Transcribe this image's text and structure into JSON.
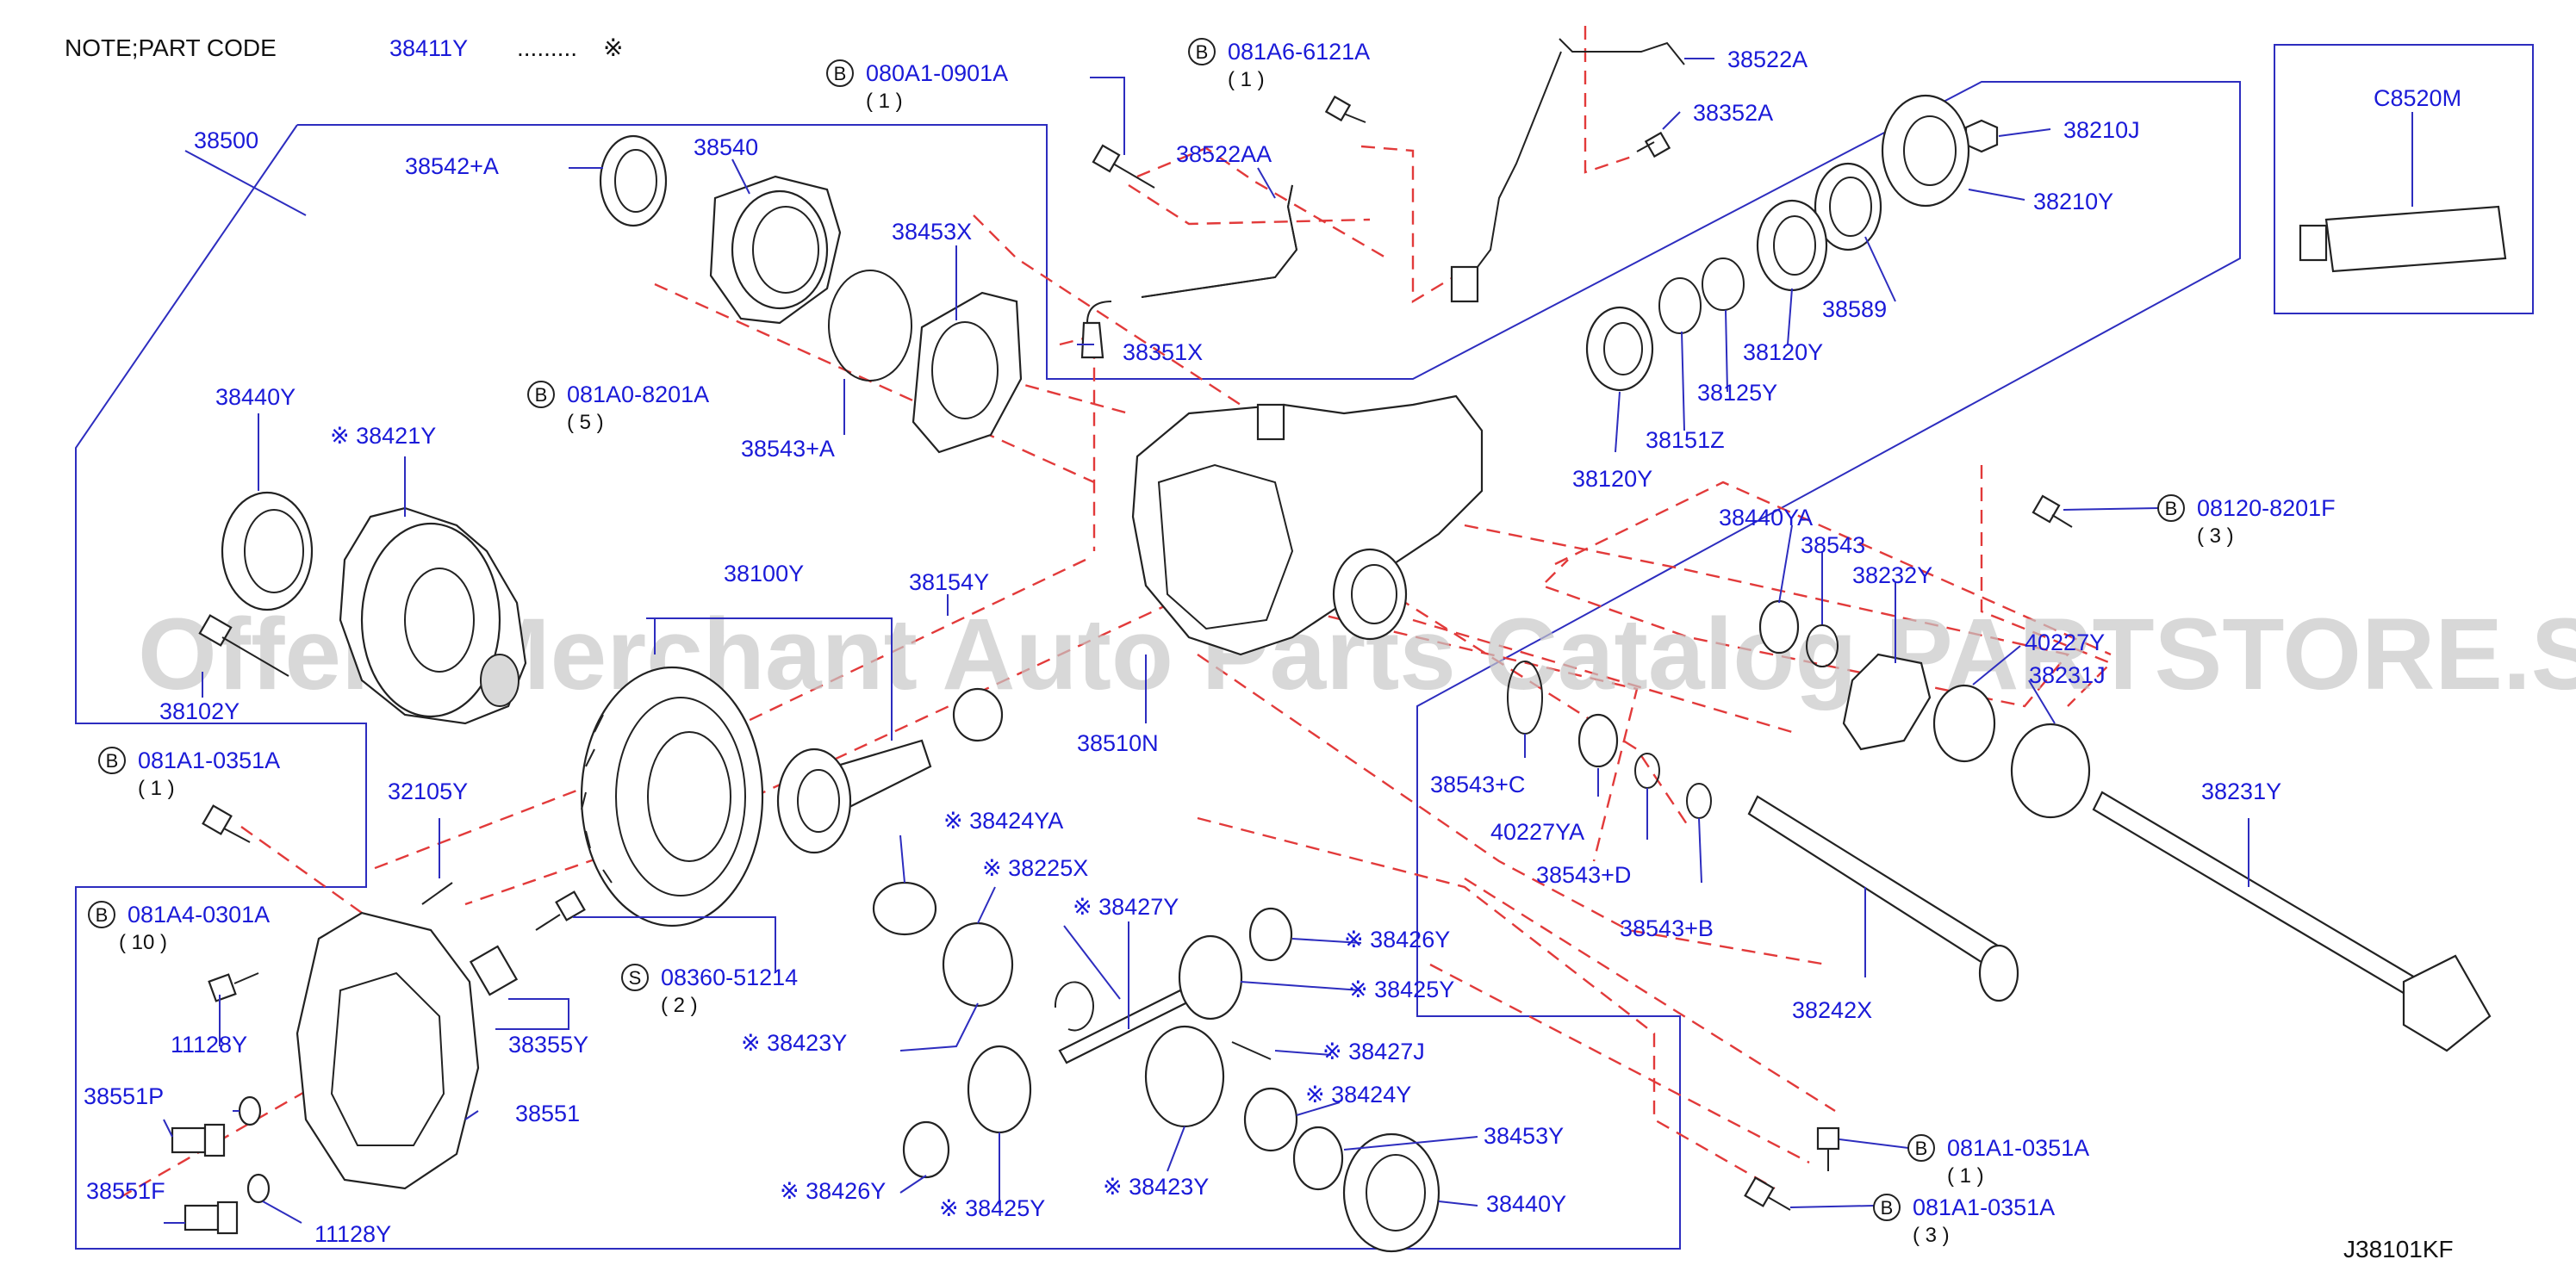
{
  "note": {
    "prefix": "NOTE;PART   CODE",
    "code": "38411Y",
    "dots": ".........",
    "symbol": "※"
  },
  "diagram_code": "J38101KF",
  "watermark": "Offers Merchant Auto Parts Catalog PARTSTORE.SA",
  "colors": {
    "label": "#1a1ad8",
    "leader": "#2d2dbf",
    "dashed": "#e23a3a",
    "outline": "#222222"
  },
  "labels": [
    {
      "id": "l38500",
      "text": "38500"
    },
    {
      "id": "l38542a",
      "text": "38542+A"
    },
    {
      "id": "l38540",
      "text": "38540"
    },
    {
      "id": "l38453x",
      "text": "38453X"
    },
    {
      "id": "l38543a",
      "text": "38543+A"
    },
    {
      "id": "l38440y1",
      "text": "38440Y"
    },
    {
      "id": "l38421y",
      "text": "※ 38421Y"
    },
    {
      "id": "l38102y",
      "text": "38102Y"
    },
    {
      "id": "l38100y",
      "text": "38100Y"
    },
    {
      "id": "l38154y",
      "text": "38154Y"
    },
    {
      "id": "l38510n",
      "text": "38510N"
    },
    {
      "id": "l38522aa",
      "text": "38522AA"
    },
    {
      "id": "l38351x",
      "text": "38351X"
    },
    {
      "id": "l38522a",
      "text": "38522A"
    },
    {
      "id": "l38352a",
      "text": "38352A"
    },
    {
      "id": "l38210j",
      "text": "38210J"
    },
    {
      "id": "l38210y",
      "text": "38210Y"
    },
    {
      "id": "l38589",
      "text": "38589"
    },
    {
      "id": "l38120y1",
      "text": "38120Y"
    },
    {
      "id": "l38125y",
      "text": "38125Y"
    },
    {
      "id": "l38151z",
      "text": "38151Z"
    },
    {
      "id": "l38120y2",
      "text": "38120Y"
    },
    {
      "id": "lc8520m",
      "text": "C8520M"
    },
    {
      "id": "l38440ya",
      "text": "38440YA"
    },
    {
      "id": "l38543",
      "text": "38543"
    },
    {
      "id": "l38232y",
      "text": "38232Y"
    },
    {
      "id": "l40227y",
      "text": "40227Y"
    },
    {
      "id": "l38231j",
      "text": "38231J"
    },
    {
      "id": "l38543c",
      "text": "38543+C"
    },
    {
      "id": "l40227ya",
      "text": "40227YA"
    },
    {
      "id": "l38543d",
      "text": "38543+D"
    },
    {
      "id": "l38543b",
      "text": "38543+B"
    },
    {
      "id": "l38242x",
      "text": "38242X"
    },
    {
      "id": "l38231y",
      "text": "38231Y"
    },
    {
      "id": "l32105y",
      "text": "32105Y"
    },
    {
      "id": "l38355y",
      "text": "38355Y"
    },
    {
      "id": "l11128y1",
      "text": "11128Y"
    },
    {
      "id": "l38551p",
      "text": "38551P"
    },
    {
      "id": "l38551",
      "text": "38551"
    },
    {
      "id": "l38551f",
      "text": "38551F"
    },
    {
      "id": "l11128y2",
      "text": "11128Y"
    },
    {
      "id": "l38424ya",
      "text": "※ 38424YA"
    },
    {
      "id": "l38225x",
      "text": "※ 38225X"
    },
    {
      "id": "l38427y",
      "text": "※ 38427Y"
    },
    {
      "id": "l38426y1",
      "text": "※ 38426Y"
    },
    {
      "id": "l38425y1",
      "text": "※ 38425Y"
    },
    {
      "id": "l38423y1",
      "text": "※ 38423Y"
    },
    {
      "id": "l38427j",
      "text": "※ 38427J"
    },
    {
      "id": "l38424y",
      "text": "※ 38424Y"
    },
    {
      "id": "l38453y",
      "text": "38453Y"
    },
    {
      "id": "l38426y2",
      "text": "※ 38426Y"
    },
    {
      "id": "l38425y2",
      "text": "※ 38425Y"
    },
    {
      "id": "l38423y2",
      "text": "※ 38423Y"
    },
    {
      "id": "l38440y2",
      "text": "38440Y"
    }
  ],
  "callouts": [
    {
      "id": "c1",
      "prefix": "B",
      "code": "080A1-0901A",
      "qty": "( 1 )"
    },
    {
      "id": "c2",
      "prefix": "B",
      "code": "081A6-6121A",
      "qty": "( 1 )"
    },
    {
      "id": "c3",
      "prefix": "B",
      "code": "081A0-8201A",
      "qty": "( 5 )"
    },
    {
      "id": "c4",
      "prefix": "B",
      "code": "081A1-0351A",
      "qty": "( 1 )"
    },
    {
      "id": "c5",
      "prefix": "B",
      "code": "081A4-0301A",
      "qty": "( 10 )"
    },
    {
      "id": "c6",
      "prefix": "S",
      "code": "08360-51214",
      "qty": "( 2 )"
    },
    {
      "id": "c7",
      "prefix": "B",
      "code": "08120-8201F",
      "qty": "( 3 )"
    },
    {
      "id": "c8",
      "prefix": "B",
      "code": "081A1-0351A",
      "qty": "( 1 )"
    },
    {
      "id": "c9",
      "prefix": "B",
      "code": "081A1-0351A",
      "qty": "( 3 )"
    }
  ]
}
